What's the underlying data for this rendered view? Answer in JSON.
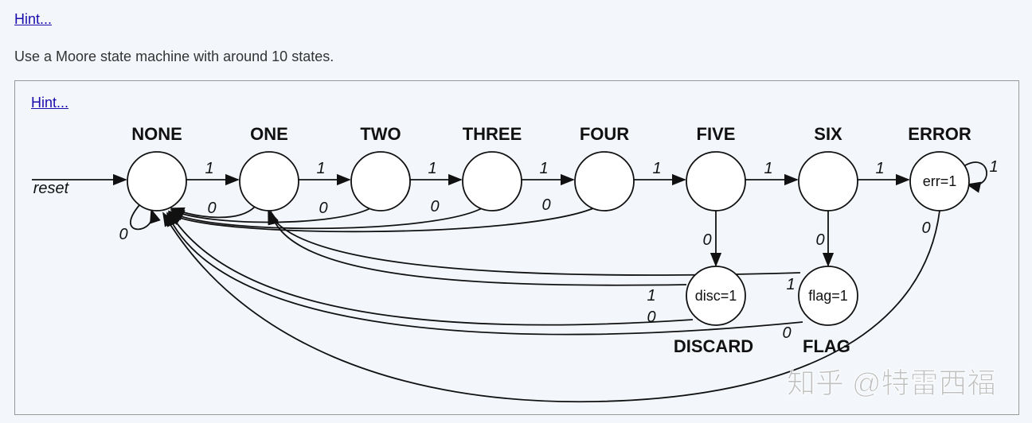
{
  "hint_top": "Hint...",
  "description": "Use a Moore state machine with around 10 states.",
  "hint_box": "Hint...",
  "diagram": {
    "reset_label": "reset",
    "states": {
      "none": "NONE",
      "one": "ONE",
      "two": "TWO",
      "three": "THREE",
      "four": "FOUR",
      "five": "FIVE",
      "six": "SIX",
      "error": "ERROR",
      "discard": "DISCARD",
      "flag": "FLAG"
    },
    "outputs": {
      "error": "err=1",
      "discard": "disc=1",
      "flag": "flag=1"
    },
    "edges": {
      "one": "1",
      "zero": "0"
    },
    "watermark": "知乎 @特雷西福"
  }
}
